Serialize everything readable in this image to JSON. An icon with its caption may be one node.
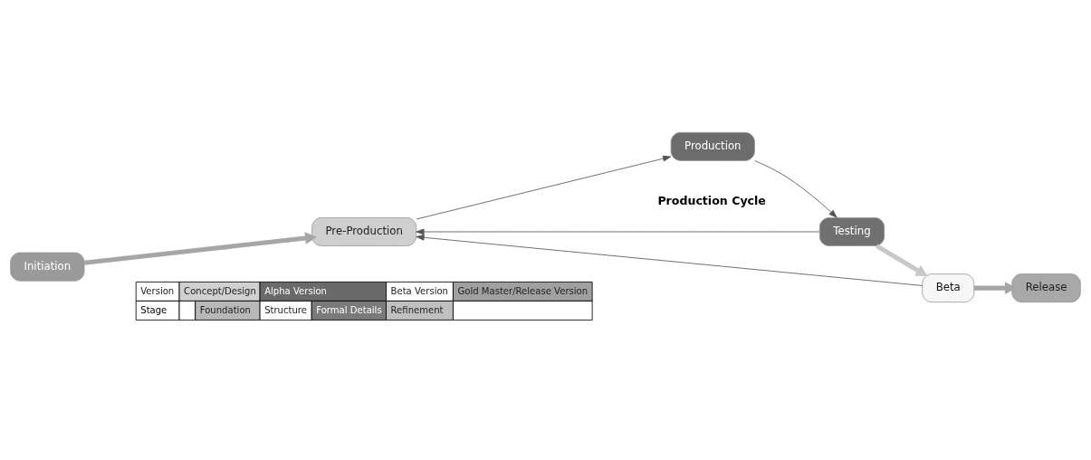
{
  "diagram": {
    "nodes": [
      {
        "text": [
          "Initiation"
        ]
      },
      {
        "text": [
          "Pre-Production"
        ]
      },
      {
        "text": [
          "Production"
        ]
      },
      {
        "text": [
          "Testing"
        ]
      },
      {
        "text": [
          "Beta"
        ]
      },
      {
        "text": [
          "Release"
        ]
      }
    ],
    "edges": [
      {
        "from": 0,
        "to": 1,
        "arrow": "to",
        "style": "thick",
        "color": "#a6a6a6"
      },
      {
        "from": 1,
        "to": 2,
        "arrow": "to"
      },
      {
        "from": 2,
        "to": 3,
        "arrow": "to"
      },
      {
        "from": 3,
        "to": 1,
        "arrow": "to"
      },
      {
        "from": 3,
        "to": 4,
        "arrow": "to",
        "style": "thick",
        "color": "#c8c8c8"
      },
      {
        "from": 4,
        "to": 5,
        "arrow": "to",
        "style": "thick",
        "color": "#a6a6a6"
      },
      {
        "from": 4,
        "to": 1,
        "arrow": "to"
      }
    ],
    "labels": [
      "Production Cycle",
      "Version",
      "Concept/Design",
      "Alpha Version",
      "Beta Version",
      "Gold Master/Release Version",
      "Stage",
      "Foundation",
      "Structure",
      "Formal Details",
      "Refinement"
    ]
  }
}
